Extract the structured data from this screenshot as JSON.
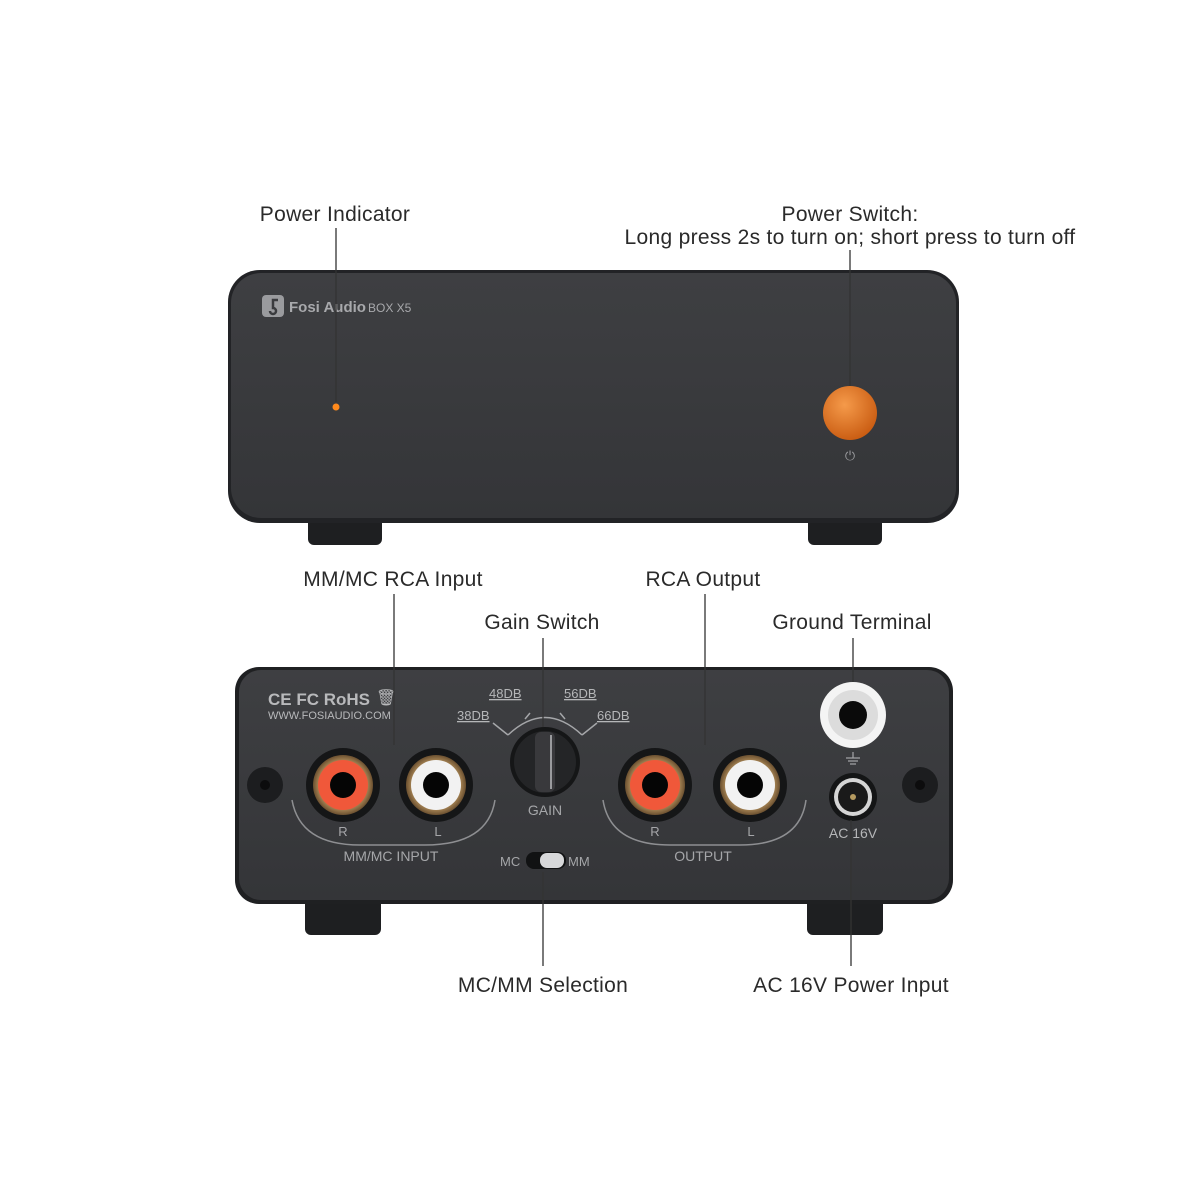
{
  "callouts": {
    "power_indicator": "Power Indicator",
    "power_switch_title": "Power Switch:",
    "power_switch_desc": "Long press 2s to turn on; short press to turn off",
    "rca_input": "MM/MC RCA Input",
    "gain_switch": "Gain Switch",
    "rca_output": "RCA Output",
    "ground_terminal": "Ground Terminal",
    "mc_mm_selection": "MC/MM Selection",
    "ac_power_input": "AC 16V Power Input"
  },
  "front_panel": {
    "brand": "Fosi Audio",
    "model": "BOX X5",
    "power_symbol": "⏻"
  },
  "rear_panel": {
    "certifications": "CE FC RoHS",
    "website": "WWW.FOSIAUDIO.COM",
    "gain_options": [
      "38DB",
      "48DB",
      "56DB",
      "66DB"
    ],
    "gain_label": "GAIN",
    "input_r": "R",
    "input_l": "L",
    "input_label": "MM/MC INPUT",
    "output_r": "R",
    "output_l": "L",
    "output_label": "OUTPUT",
    "switch_left": "MC",
    "switch_right": "MM",
    "ac_label": "AC 16V"
  },
  "colors": {
    "chassis": "#3a3b3e",
    "accent_orange": "#e0701c",
    "rca_red": "#f0583a"
  }
}
